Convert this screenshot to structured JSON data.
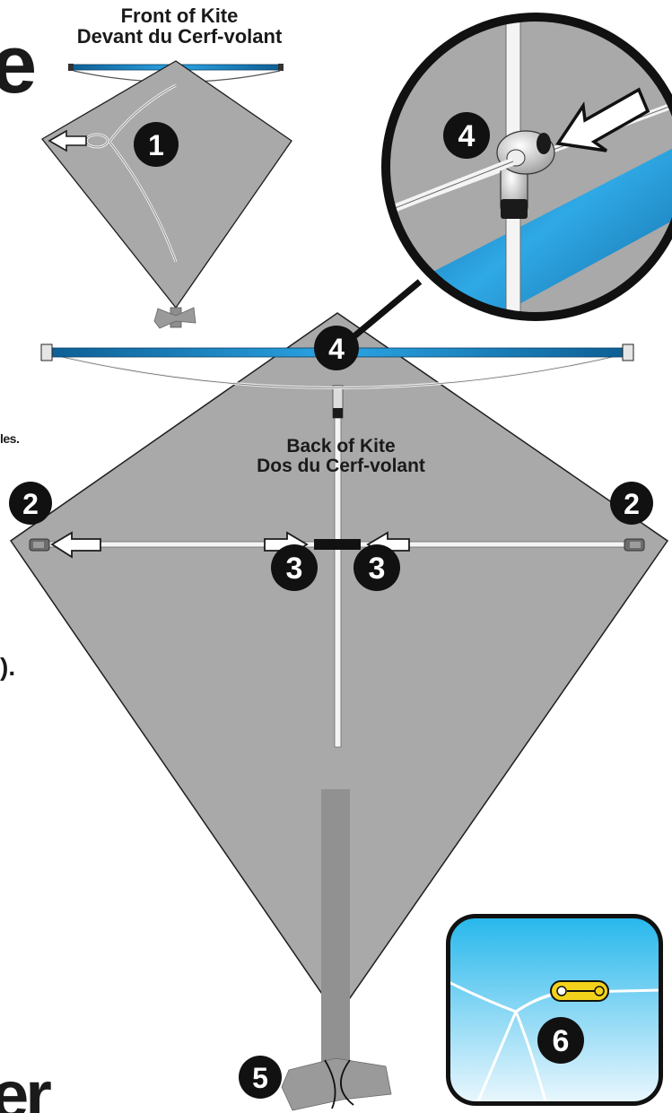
{
  "captions": {
    "front": [
      "Front of Kite",
      "Devant du Cerf-volant"
    ],
    "back": [
      "Back of Kite",
      "Dos du Cerf-volant"
    ]
  },
  "edge_text": {
    "left_fragment_1": "les.",
    "left_fragment_2": ")."
  },
  "steps": [
    "1",
    "2",
    "3",
    "4",
    "5",
    "6"
  ],
  "colors": {
    "sail": "#a9a9a9",
    "sail_outline": "#1e1e1e",
    "spar_blue": "#1d8fd0",
    "spar_blue_dark": "#0d5f94",
    "badge": "#111111",
    "sky_top": "#27b7ec",
    "sky_bottom": "#e9f6fc",
    "clip": "#f3d21b"
  },
  "icons": [
    "arrow-icon",
    "tail-icon",
    "clip-icon",
    "zoom-lens-icon"
  ]
}
